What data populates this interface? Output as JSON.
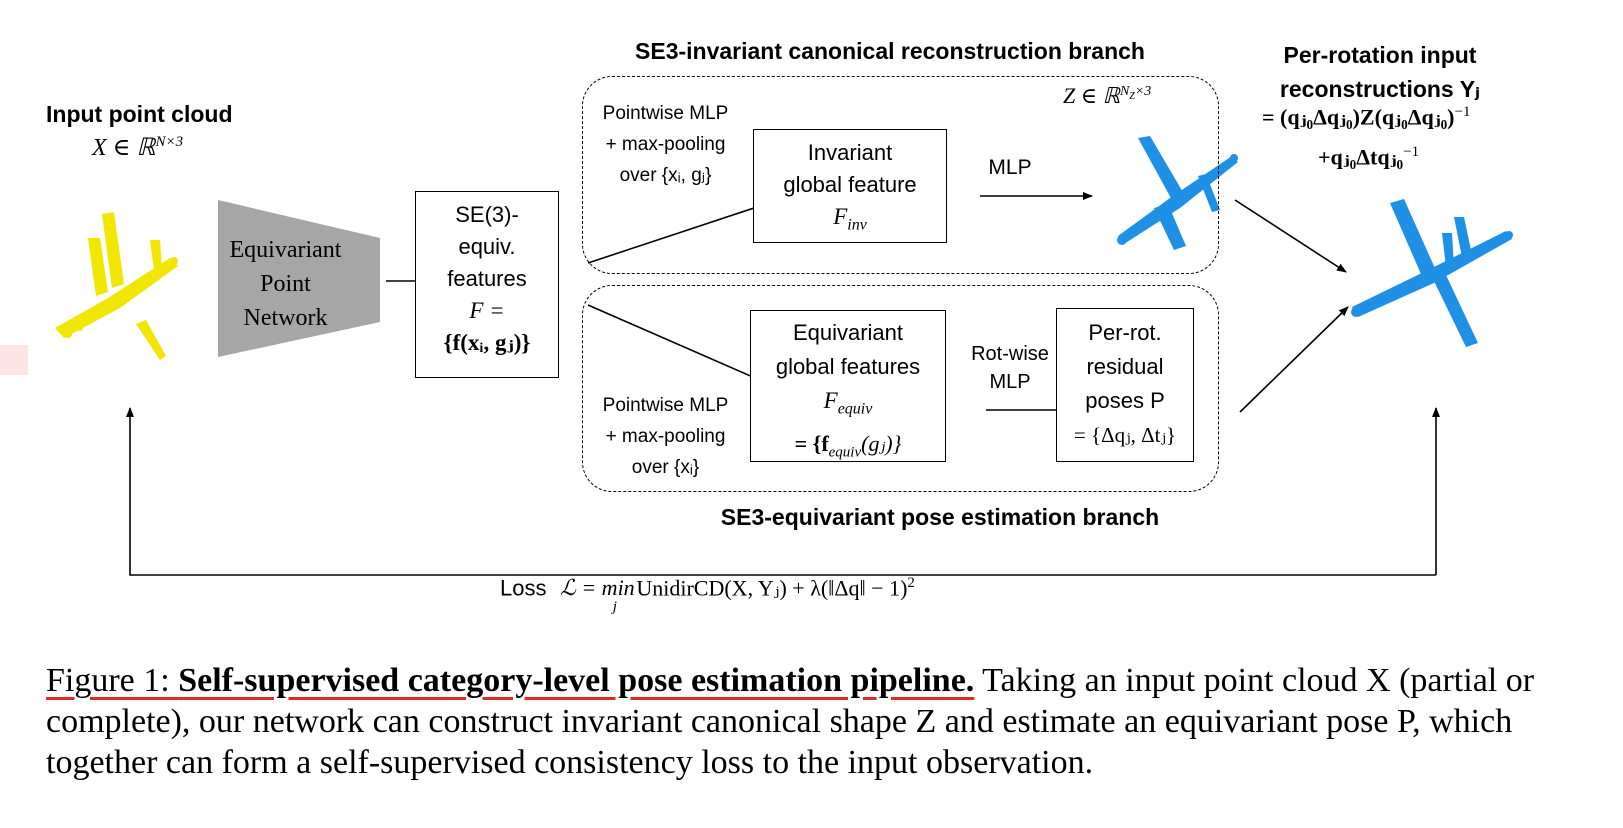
{
  "branches": {
    "invariant_title": "SE3-invariant canonical reconstruction branch",
    "equivariant_title": "SE3-equivariant pose estimation branch"
  },
  "input": {
    "title": "Input point cloud",
    "formula": "X ∈ ℝ",
    "formula_sup": "N×3"
  },
  "network": {
    "lines": [
      "Equivariant",
      "Point",
      "Network"
    ]
  },
  "features": {
    "lines": [
      "SE(3)-",
      "equiv.",
      "features",
      "F ="
    ],
    "formula": "{f(xᵢ, gⱼ)}"
  },
  "top_branch": {
    "pool_lines": [
      "Pointwise MLP",
      "+ max-pooling",
      "over {xᵢ, gⱼ}"
    ],
    "box_lines": [
      "Invariant",
      "global feature"
    ],
    "box_symbol": "F",
    "box_symbol_sub": "inv",
    "arrow_label": "MLP",
    "z_formula": "Z ∈ ℝ",
    "z_sup": "N",
    "z_sup_sub": "Z",
    "z_sup_rest": "×3"
  },
  "bottom_branch": {
    "pool_lines": [
      "Pointwise MLP",
      "+ max-pooling",
      "over {xᵢ}"
    ],
    "box_lines": [
      "Equivariant",
      "global features"
    ],
    "box_symbol": "F",
    "box_symbol_sub": "equiv",
    "box_formula": "= {f",
    "box_formula_sub": "equiv",
    "box_formula_rest": "(gⱼ)}",
    "arrow_label_lines": [
      "Rot-wise",
      "MLP"
    ],
    "pose_lines": [
      "Per-rot.",
      "residual",
      "poses P"
    ],
    "pose_formula": "= {Δqⱼ, Δtⱼ}"
  },
  "output": {
    "title_lines": [
      "Per-rotation input",
      "reconstructions Yⱼ"
    ],
    "formula_line1": "= (qⱼ₀Δqⱼ₀)Z(qⱼ₀Δqⱼ₀)",
    "formula_line1_sup": "−1",
    "formula_line2": "+qⱼ₀Δtqⱼ₀",
    "formula_line2_sup": "−1"
  },
  "loss": {
    "label": "Loss",
    "formula": "ℒ = min",
    "min_sub": "j",
    "formula_rest": "UnidirCD(X, Yⱼ) + λ(‖Δq‖ − 1)",
    "formula_sup": "2"
  },
  "caption": {
    "prefix": "Figure 1: ",
    "bold": "Self-supervised category-level pose estimation pipeline.",
    "text": " Taking an input point cloud X (partial or complete), our network can construct invariant canonical shape Z and estimate an equivariant pose P, which together can form a self-supervised consistency loss to the input observation."
  },
  "colors": {
    "input_cloud": "#f2e600",
    "output_cloud": "#1e90e6",
    "network_trapezoid": "#a6a6a6",
    "caption_underline": "#e32626"
  }
}
